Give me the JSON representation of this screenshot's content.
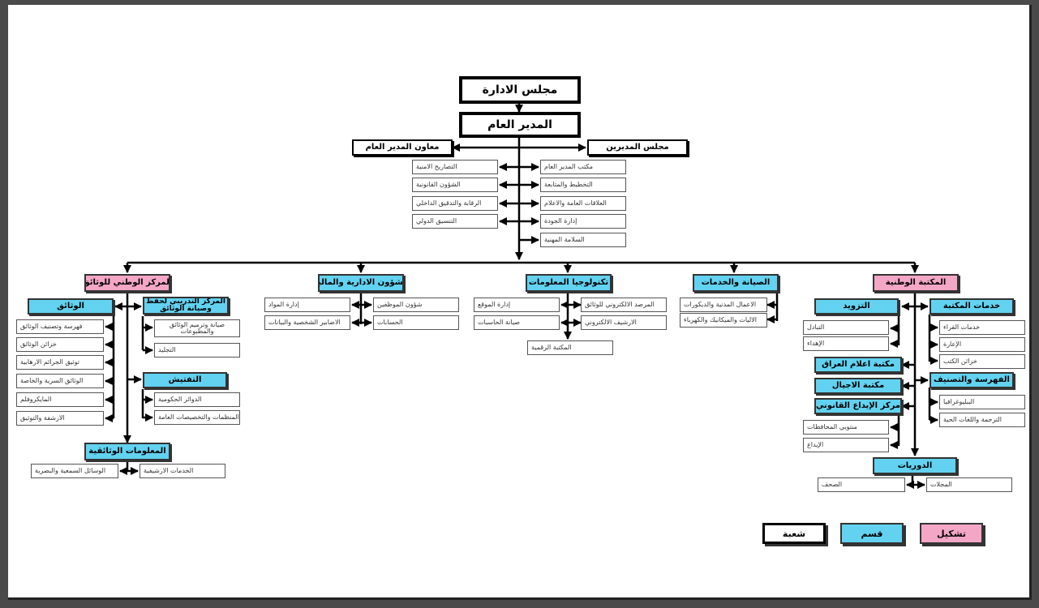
{
  "top": {
    "board": "مجلس الادارة",
    "dg": "المدير العام",
    "board_directors": "مجلس المديرين",
    "deputy": "معاون المدير العام"
  },
  "dg_offices_right": [
    "مكتب المدير العام",
    "التخطيط والمتابعة",
    "العلاقات العامة والاعلام",
    "إدارة الجودة",
    "السلامة المهنية"
  ],
  "dg_offices_left": [
    "التصاريح الامنية",
    "الشؤون القانونية",
    "الرقابة والتدقيق الداخلي",
    "التنسيق الدولي"
  ],
  "formations": {
    "library": "المكتبة الوطنية",
    "archives": "المركز الوطني للوثائق"
  },
  "sections": {
    "maintenance": "الصيانة والخدمات",
    "it": "تكنولوجيا المعلومات",
    "admin": "الشؤون الادارية والمالية"
  },
  "maintenance_units": [
    "الاعمال المدنية والديكورات",
    "الاليات والميكانيك والكهرباء"
  ],
  "it_units": [
    "المرصد الالكتروني للوثائق",
    "الارشيف الالكتروني",
    "إدارة الموقع",
    "صيانة الحاسبات",
    "المكتبة الرقمية"
  ],
  "admin_units": [
    "شؤون الموظفين",
    "الحسابات",
    "إدارة المواد",
    "الاضابير الشخصية والبيانات"
  ],
  "library": {
    "services": {
      "title": "خدمات المكتبة",
      "units": [
        "خدمات القراء",
        "الإعارة",
        "خزائن الكتب"
      ]
    },
    "supply": {
      "title": "التزويد",
      "units": [
        "التبادل",
        "الإهداء"
      ]
    },
    "iraq_figures": "مكتبة اعلام العراق",
    "generations": "مكتبة الاجيال",
    "cataloging": {
      "title": "الفهرسة والتصنيف",
      "units": [
        "الببليوغرافيا",
        "الترجمة واللغات الحية"
      ]
    },
    "legal_deposit": {
      "title": "مركز الإيداع القانوني",
      "units": [
        "منتوبي المحافظات",
        "الإيداع"
      ]
    },
    "periodicals": {
      "title": "الدوريات",
      "units": [
        "المجلات",
        "الصحف"
      ]
    }
  },
  "archives": {
    "documents": {
      "title": "الوثائق",
      "units": [
        "فهرسة وتصنيف الوثائق",
        "خزائن الوثائق",
        "توثيق الجرائم الارهابية",
        "الوثائق السرية والخاصة",
        "المايكروفلم",
        "الارشفة والتوثيق"
      ]
    },
    "training": {
      "title": "المركز التدريبي لحفظ وصيانة الوثائق",
      "units": [
        "صيانة وترميم الوثائق والمطبوعات",
        "التجليد"
      ]
    },
    "inspection": {
      "title": "التفتيش",
      "units": [
        "الدوائر الحكومية",
        "المنظمات والتخصيصات العامة"
      ]
    },
    "documentary_info": {
      "title": "المعلومات الوثائقية",
      "units": [
        "الخدمات الارشيفية",
        "الوسائل السمعية والبصرية"
      ]
    }
  },
  "legend": {
    "formation": "تشكيل",
    "section": "قسم",
    "division": "شعبة"
  },
  "colors": {
    "formation": "#f4a6c6",
    "section": "#62d2f0",
    "division": "#ffffff",
    "line": "#000000"
  }
}
